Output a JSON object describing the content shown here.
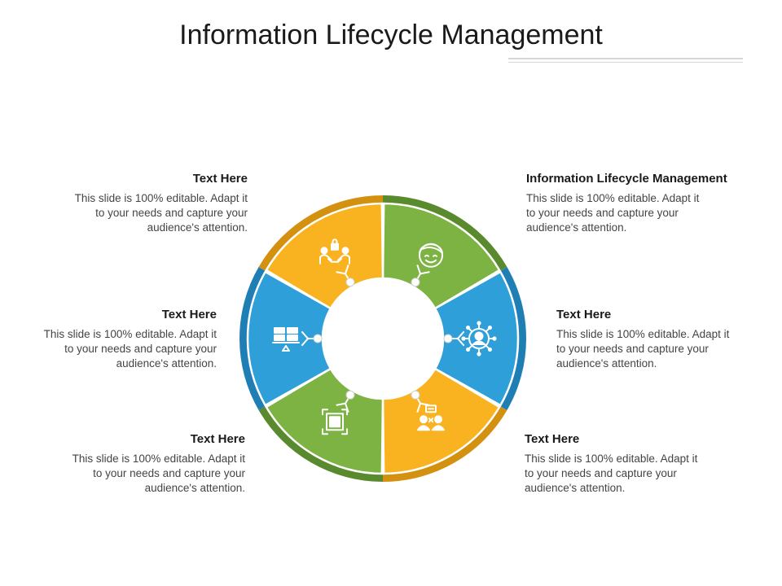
{
  "title": "Information Lifecycle Management",
  "colors": {
    "green": "#7cb342",
    "green_dark": "#5a8a2e",
    "blue": "#2e9fd9",
    "blue_dark": "#1f7fb4",
    "orange": "#f9b320",
    "orange_dark": "#d4900f"
  },
  "segments": [
    {
      "heading": "Information Lifecycle Management",
      "body": "This slide is 100% editable. Adapt it to your needs and capture your audience's attention.",
      "icon": "smiling-face-icon",
      "color": "green"
    },
    {
      "heading": "Text Here",
      "body": "This slide is 100% editable. Adapt it to your needs and capture your audience's attention.",
      "icon": "person-network-icon",
      "color": "blue"
    },
    {
      "heading": "Text Here",
      "body": "This slide is 100% editable. Adapt it to your needs and capture your audience's attention.",
      "icon": "people-talking-icon",
      "color": "orange"
    },
    {
      "heading": "Text Here",
      "body": "This slide is 100% editable. Adapt it to your needs and capture your audience's attention.",
      "icon": "frame-icon",
      "color": "green"
    },
    {
      "heading": "Text Here",
      "body": "This slide is 100% editable. Adapt it to your needs and capture your audience's attention.",
      "icon": "presentation-board-icon",
      "color": "blue"
    },
    {
      "heading": "Text Here",
      "body": "This slide is 100% editable. Adapt it to your needs and capture your audience's attention.",
      "icon": "handshake-lock-icon",
      "color": "orange"
    }
  ]
}
